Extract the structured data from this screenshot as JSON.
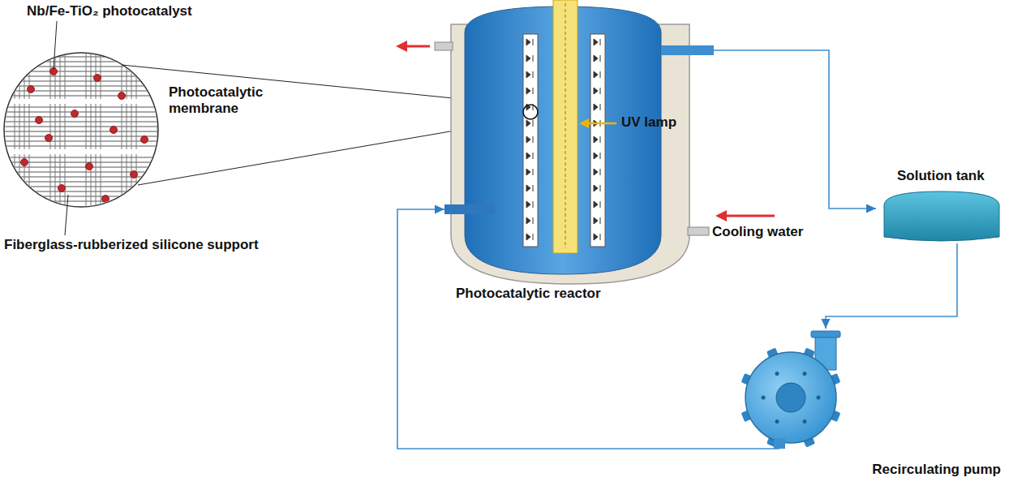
{
  "diagram": {
    "nodes": [
      {
        "text": [
          "Photocatalytic reactor"
        ]
      },
      {
        "text": [
          "Solution tank"
        ]
      },
      {
        "text": [
          "Recirculating pump"
        ]
      }
    ],
    "edges": [
      {
        "from": 0,
        "to": 1,
        "arrow": "to"
      },
      {
        "from": 1,
        "to": 2,
        "arrow": "to"
      },
      {
        "from": 2,
        "to": 0,
        "arrow": "to"
      }
    ],
    "labels": [
      "Nb/Fe-TiO₂ photocatalyst",
      "Photocatalytic membrane",
      "Fiberglass-rubberized silicone support",
      "UV lamp",
      "Cooling water"
    ]
  }
}
